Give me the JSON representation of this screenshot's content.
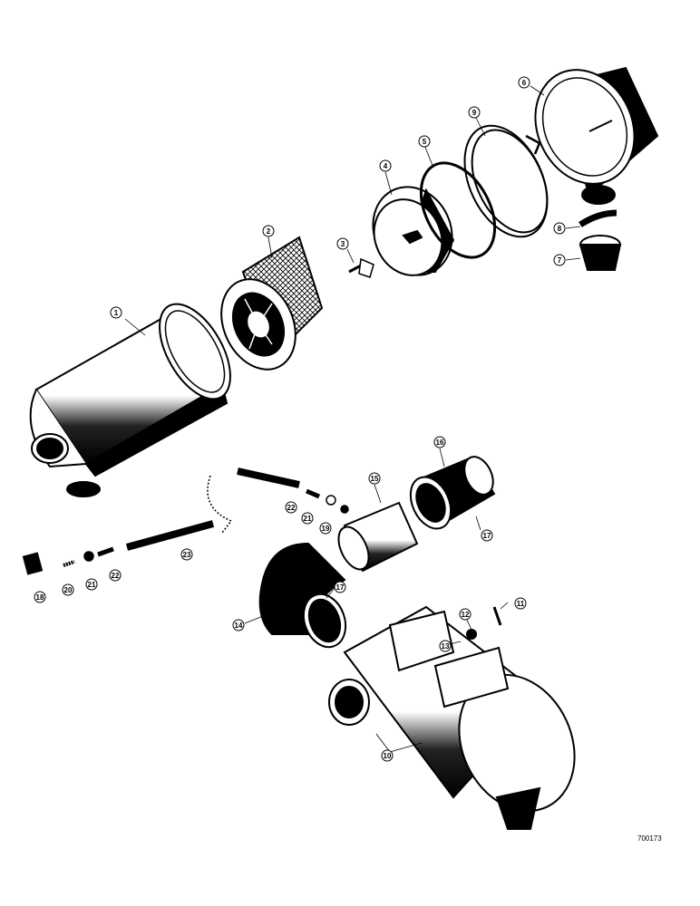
{
  "callouts": {
    "c1": "1",
    "c2": "2",
    "c3": "3",
    "c4": "4",
    "c5": "5",
    "c6": "6",
    "c7": "7",
    "c8": "8",
    "c9": "9",
    "c10": "10",
    "c11": "11",
    "c12": "12",
    "c13": "13",
    "c14": "14",
    "c15": "15",
    "c16": "16",
    "c17a": "17",
    "c17b": "17",
    "c18": "18",
    "c19": "19",
    "c20": "20",
    "c21a": "21",
    "c21b": "21",
    "c22a": "22",
    "c22b": "22",
    "c23": "23"
  },
  "figure_number": "700173"
}
